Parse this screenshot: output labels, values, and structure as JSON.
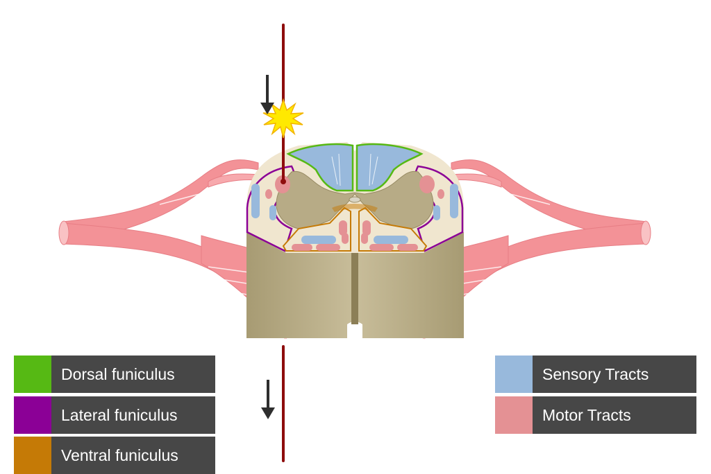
{
  "legend_left": [
    {
      "label": "Dorsal funiculus",
      "color": "#56b914"
    },
    {
      "label": "Lateral funiculus",
      "color": "#8b0096"
    },
    {
      "label": "Ventral funiculus",
      "color": "#c57a06"
    }
  ],
  "legend_right": [
    {
      "label": "Sensory Tracts",
      "color": "#98b9dc"
    },
    {
      "label": "Motor Tracts",
      "color": "#e49194"
    }
  ],
  "colors": {
    "cord_tan": "#b7ab86",
    "cord_dark": "#978a63",
    "white_matter": "#f0e6cf",
    "nerve_pink": "#f39297",
    "needle": "#8e0d0d",
    "flash": "#ffe900",
    "arrow": "#2e2e2e",
    "legend_bg": "#474747"
  },
  "icons": [
    "down-arrow-icon",
    "starburst-icon"
  ]
}
